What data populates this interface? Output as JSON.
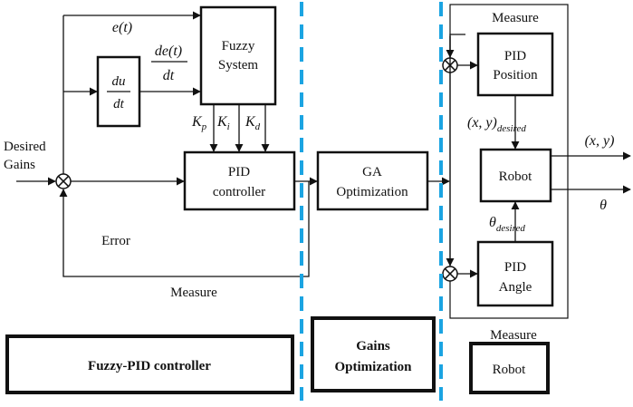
{
  "blocks": {
    "fuzzy_line1": "Fuzzy",
    "fuzzy_line2": "System",
    "derivative_num": "du",
    "derivative_den": "dt",
    "pid_controller_line1": "PID",
    "pid_controller_line2": "controller",
    "ga_line1": "GA",
    "ga_line2": "Optimization",
    "pid_position_line1": "PID",
    "pid_position_line2": "Position",
    "robot": "Robot",
    "pid_angle_line1": "PID",
    "pid_angle_line2": "Angle"
  },
  "signals": {
    "error_t": "e(t)",
    "de_num": "de(t)",
    "de_den": "dt",
    "kp_main": "K",
    "kp_sub": "p",
    "ki_main": "K",
    "ki_sub": "i",
    "kd_main": "K",
    "kd_sub": "d",
    "desired_gains_line1": "Desired",
    "desired_gains_line2": "Gains",
    "error_label": "Error",
    "measure_left": "Measure",
    "measure_top_right": "Measure",
    "xy_desired_main": "(x, y)",
    "xy_desired_sub": "desired",
    "xy_output": "(x, y)",
    "theta_desired_main": "θ",
    "theta_desired_sub": "desired",
    "theta_output": "θ"
  },
  "legend": {
    "fuzzy_pid": "Fuzzy-PID controller",
    "gains_line1": "Gains",
    "gains_line2": "Optimization",
    "robot_caption": "Measure",
    "robot": "Robot"
  },
  "colors": {
    "divider": "#1ba4e2",
    "line": "#111111"
  }
}
